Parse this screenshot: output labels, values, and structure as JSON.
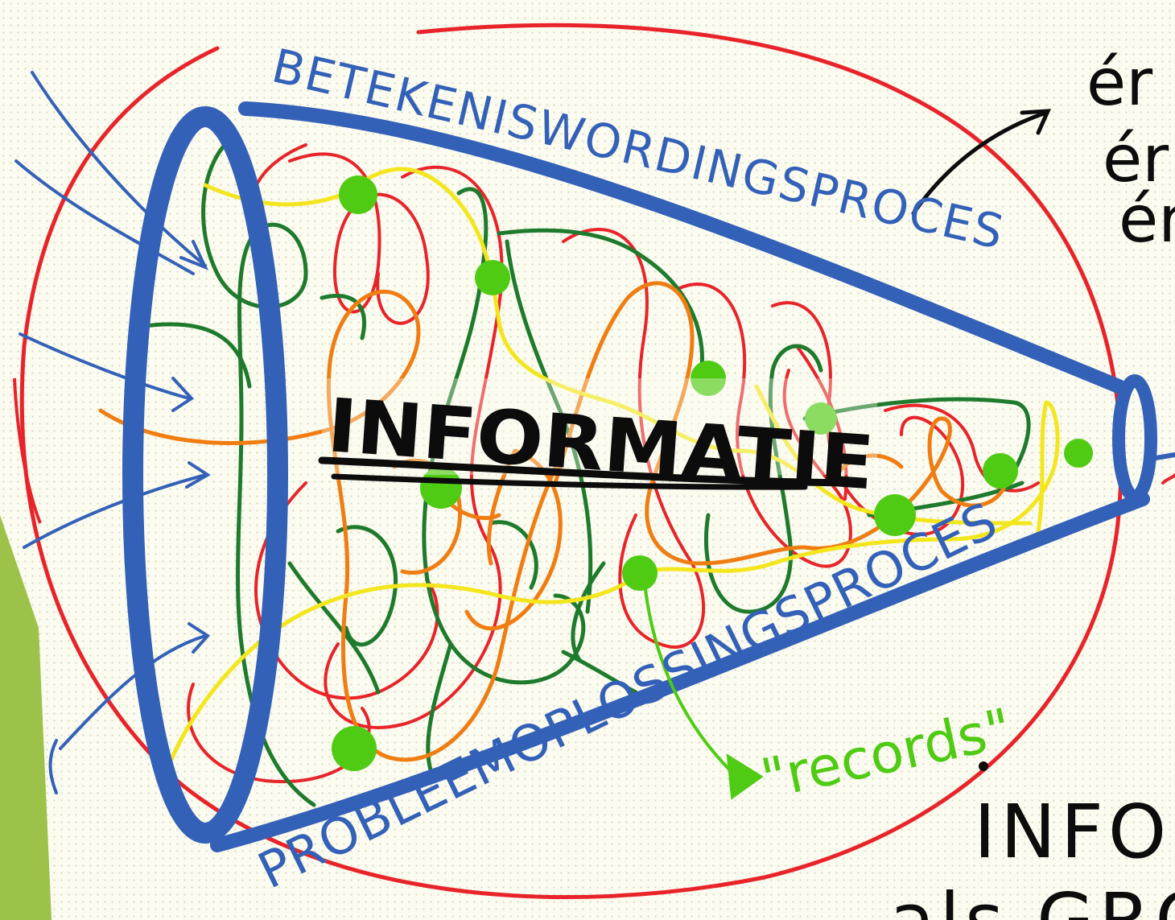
{
  "labels": {
    "top_label": "BETEKENISWORDINGSPROCES",
    "bottom_label": "PROBLEEMOPLOSSINGSPROCES",
    "center_title": "INFORMATIE",
    "records": "\"records\"",
    "right_fragment_lines": [
      "ér",
      "ér",
      "ér"
    ],
    "bottom_right_lines": [
      "INFOR",
      "als GROR"
    ]
  },
  "colors": {
    "background": "#fbfbf0",
    "accent_bar": "#9cc24a",
    "cone": "#3461b8",
    "outer_circle": "#e8242a",
    "red_thread": "#e8242a",
    "green_thread": "#1e7a2c",
    "orange_thread": "#f07d12",
    "yellow_thread": "#f3e61c",
    "node": "#4fcb14",
    "records_arrow": "#4fcb14",
    "ink": "#0c0c0c"
  },
  "icons": {
    "records_marker": "triangle-arrow-icon",
    "external_arrow": "arrow-up-right-icon"
  }
}
